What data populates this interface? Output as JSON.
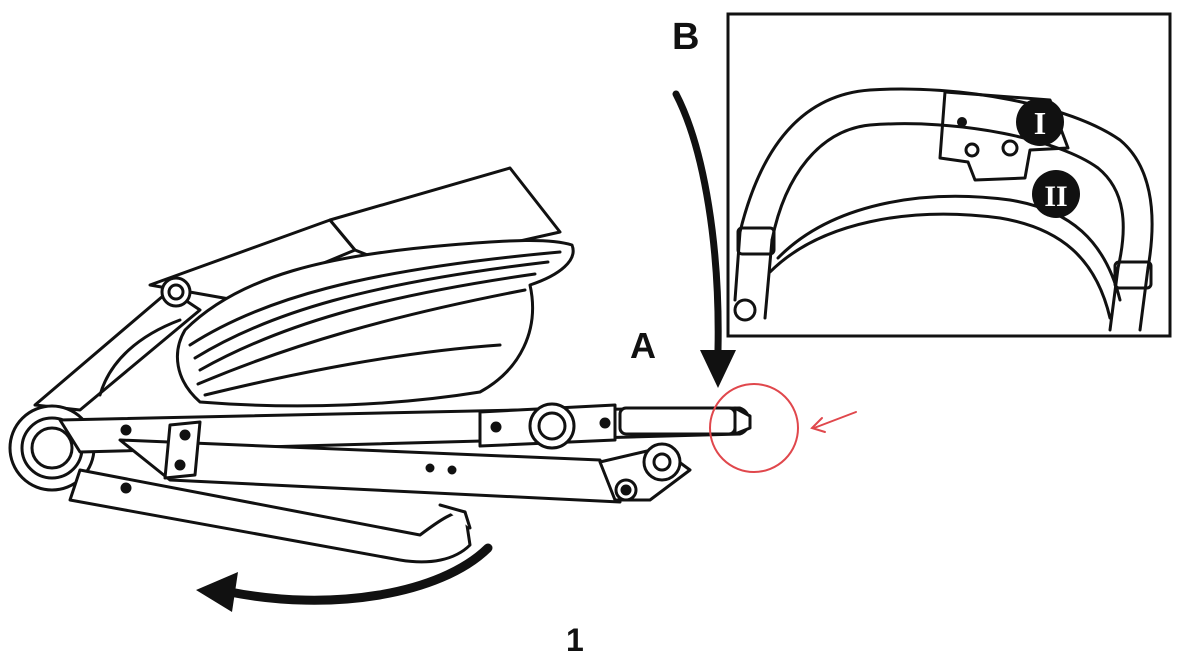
{
  "labels": {
    "a": "A",
    "b": "B",
    "figure_number": "1"
  },
  "inset": {
    "marker_1": "I",
    "marker_2": "II"
  },
  "colors": {
    "line": "#111111",
    "highlight": "#e0474c",
    "background": "#ffffff"
  },
  "icons": {
    "fold_arrow": "curved-arrow-left",
    "press_arrow": "curved-arrow-down",
    "highlight_arrow": "arrow-left"
  }
}
